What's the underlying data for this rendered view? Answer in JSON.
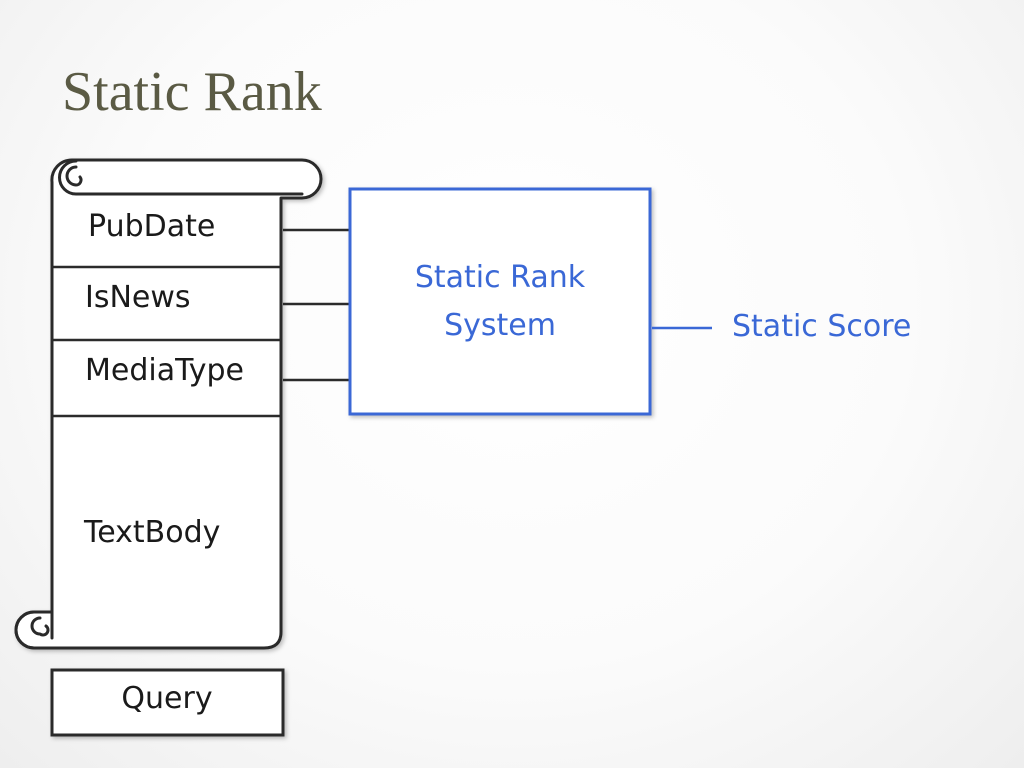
{
  "slide": {
    "title": "Static Rank"
  },
  "document_scroll": {
    "fields": [
      "PubDate",
      "IsNews",
      "MediaType",
      "TextBody"
    ]
  },
  "rank_system": {
    "label_line1": "Static Rank",
    "label_line2": "System"
  },
  "output": {
    "label": "Static Score"
  },
  "query_box": {
    "label": "Query"
  },
  "colors": {
    "title": "#5a5a44",
    "accent_blue": "#3a68d6",
    "outline": "#2b2b2b"
  }
}
